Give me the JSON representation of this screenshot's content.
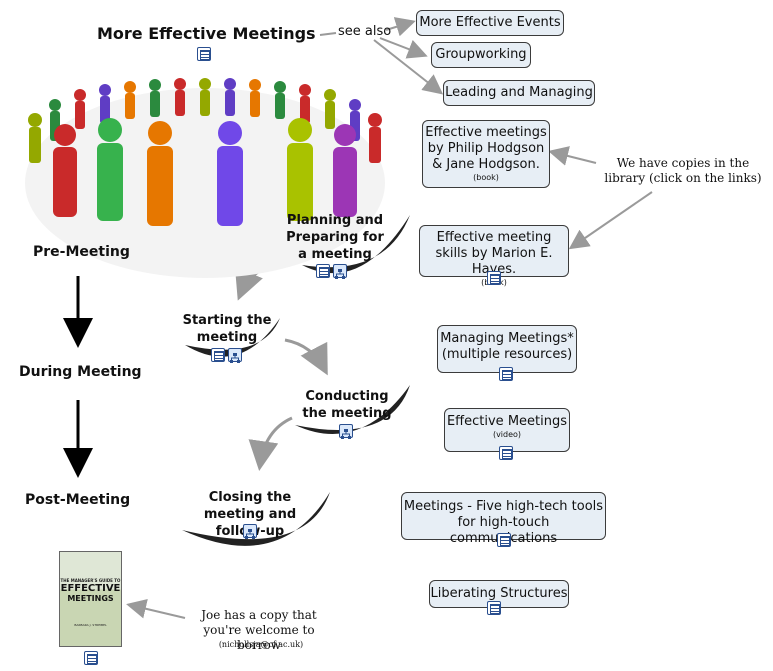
{
  "title": "More Effective Meetings",
  "see_also": "see also",
  "see_also_links": [
    "More Effective Events",
    "Groupworking",
    "Leading and Managing"
  ],
  "books": [
    {
      "text": "Effective meetings by Philip Hodgson & Jane Hodgson.",
      "tag": "(book)"
    },
    {
      "text": "Effective meeting skills by Marion E. Hayes.",
      "tag": "(book)"
    }
  ],
  "library_note": "We have copies in the library (click on the links)",
  "phases": [
    "Pre-Meeting",
    "During Meeting",
    "Post-Meeting"
  ],
  "steps": [
    "Planning and Preparing for a meeting",
    "Starting the meeting",
    "Conducting the meeting",
    "Closing the meeting and follow-up"
  ],
  "resources": [
    {
      "text": "Managing Meetings* (multiple resources)",
      "tag": ""
    },
    {
      "text": "Effective Meetings",
      "tag": "(video)"
    },
    {
      "text": "Meetings - Five high-tech tools for high-touch communications",
      "tag": ""
    },
    {
      "text": "Liberating Structures",
      "tag": ""
    }
  ],
  "book_cover": {
    "title_line1": "THE MANAGER'S GUIDE TO",
    "title_line2": "EFFECTIVE",
    "title_line3": "MEETINGS",
    "author": "BARBARA J. STREIBEL"
  },
  "borrow_note": "Joe has a copy that you're welcome to borrow",
  "borrow_email": "(nichollsja@cf.ac.uk)",
  "colors": {
    "box_fill": "#e7eef5",
    "box_border": "#3b3b3b",
    "arrow": "#9a9a9a",
    "icon": "#2a4f8f"
  },
  "icons": [
    "document-icon",
    "concept-map-icon"
  ]
}
